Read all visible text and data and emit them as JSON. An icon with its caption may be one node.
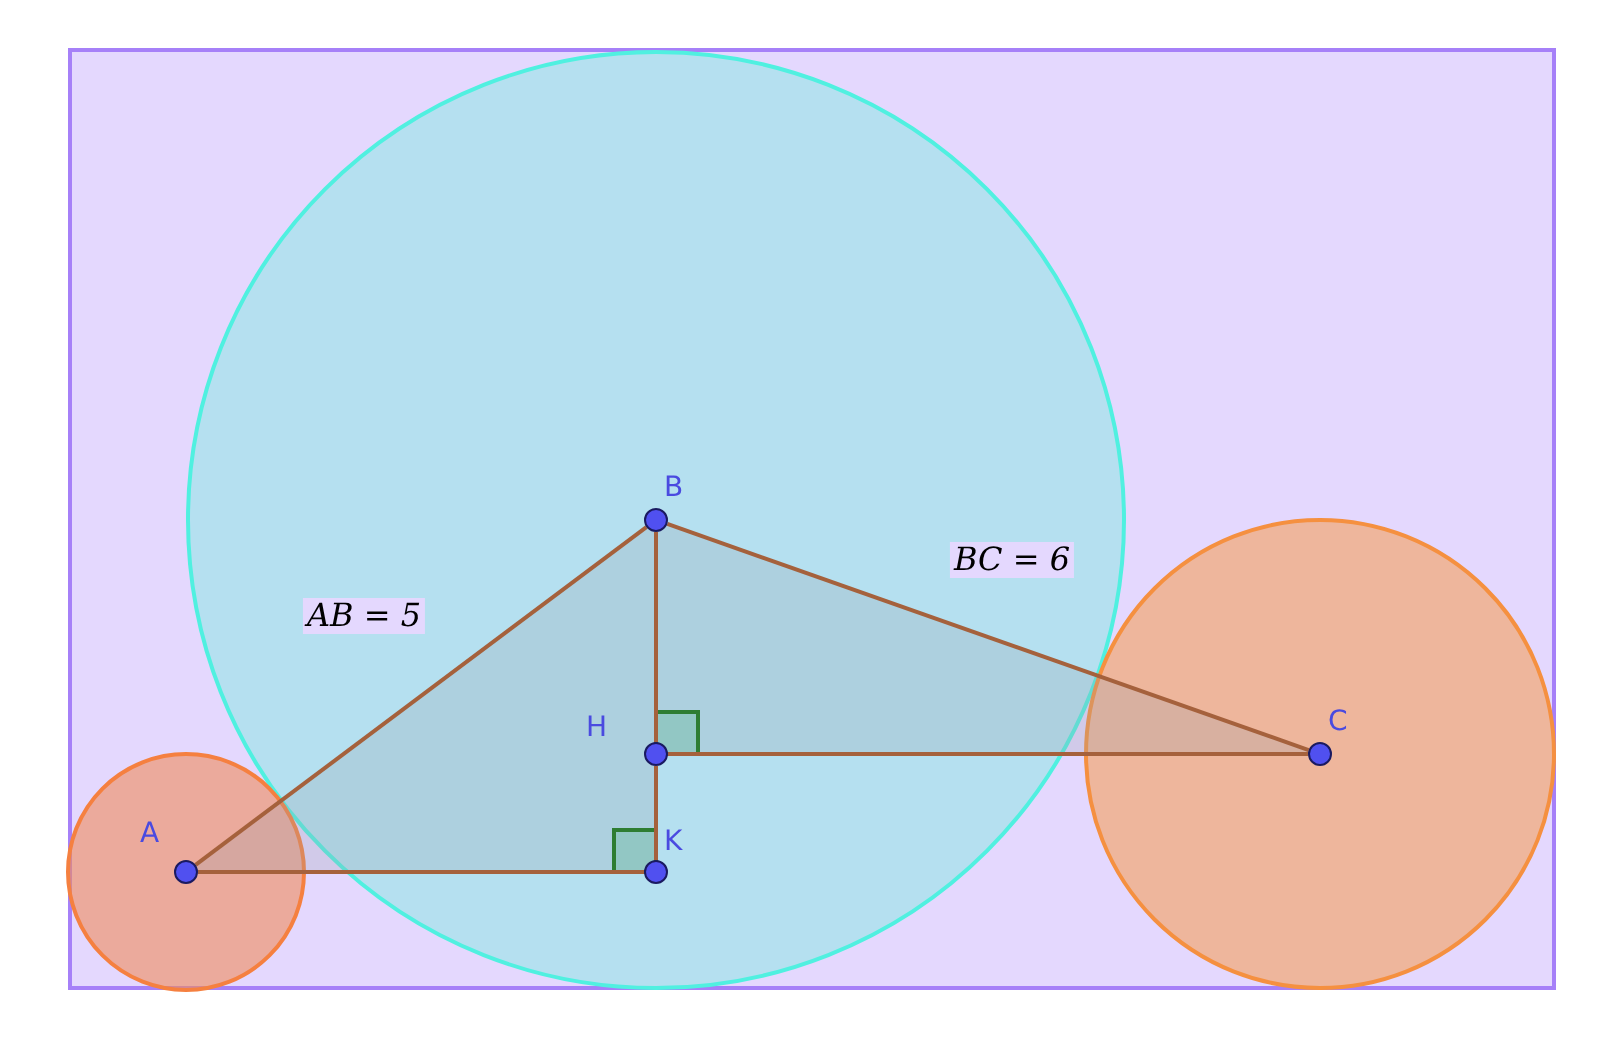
{
  "diagram": {
    "nodes": [
      {
        "text": [],
        "shape": "circle",
        "beside": [
          "A"
        ]
      },
      {
        "text": [],
        "shape": "circle",
        "beside": [
          "B"
        ]
      },
      {
        "text": [],
        "shape": "circle",
        "beside": [
          "C"
        ]
      },
      {
        "text": [],
        "shape": "circle",
        "beside": [
          "H"
        ]
      },
      {
        "text": [],
        "shape": "circle",
        "beside": [
          "K"
        ]
      }
    ],
    "edges": [
      {
        "from": 0,
        "to": 1,
        "arrow": "none",
        "label": "AB = 5"
      },
      {
        "from": 1,
        "to": 2,
        "arrow": "none",
        "label": "BC = 6"
      },
      {
        "from": 1,
        "to": 3,
        "arrow": "none"
      },
      {
        "from": 3,
        "to": 4,
        "arrow": "none"
      },
      {
        "from": 3,
        "to": 2,
        "arrow": "none"
      },
      {
        "from": 0,
        "to": 4,
        "arrow": "none"
      }
    ]
  }
}
